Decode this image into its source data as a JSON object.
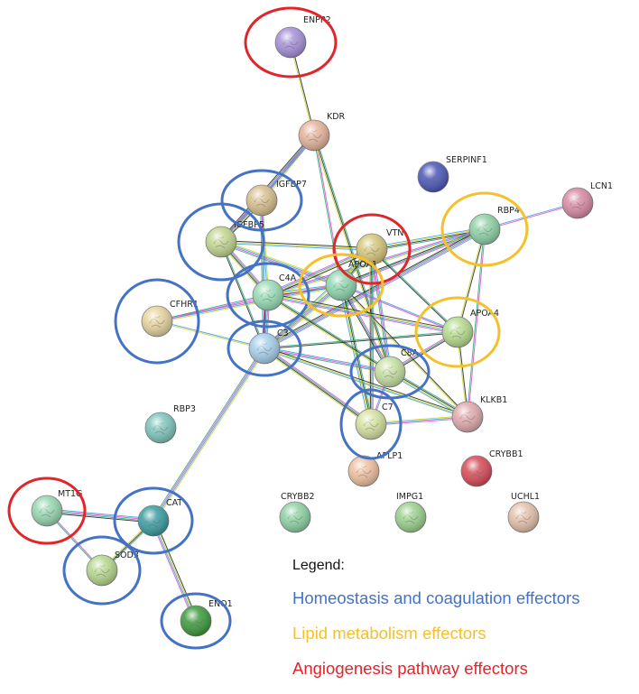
{
  "colors": {
    "homeostasis": "#4472c4",
    "lipid": "#f5c02a",
    "angiogenesis": "#e0262a"
  },
  "nodes": [
    {
      "id": "ENPP2",
      "label": "ENPP2",
      "color": "#a590d8",
      "group": "angiogenesis"
    },
    {
      "id": "KDR",
      "label": "KDR",
      "color": "#e6b49c",
      "group": ""
    },
    {
      "id": "SERPINF1",
      "label": "SERPINF1",
      "color": "#4a56b8",
      "group": ""
    },
    {
      "id": "LCN1",
      "label": "LCN1",
      "color": "#d88aa4",
      "group": ""
    },
    {
      "id": "IGFBP7",
      "label": "IGFBP7",
      "color": "#d8c08e",
      "group": "homeostasis"
    },
    {
      "id": "IGFBP5",
      "label": "IGFBP5",
      "color": "#c2d690",
      "group": "homeostasis"
    },
    {
      "id": "RBP4",
      "label": "RBP4",
      "color": "#8ed2a6",
      "group": "lipid"
    },
    {
      "id": "VTN",
      "label": "VTN",
      "color": "#d6c67a",
      "group": "angiogenesis"
    },
    {
      "id": "APOA1",
      "label": "APOA1",
      "color": "#8ed8b0",
      "group": "lipid"
    },
    {
      "id": "C4A",
      "label": "C4A",
      "color": "#98dcb6",
      "group": "homeostasis"
    },
    {
      "id": "CFHR1",
      "label": "CFHR1",
      "color": "#e6d49e",
      "group": "homeostasis"
    },
    {
      "id": "APOA4",
      "label": "APOA4",
      "color": "#b6dc8e",
      "group": "lipid"
    },
    {
      "id": "C3",
      "label": "C3",
      "color": "#a6d0ec",
      "group": "homeostasis"
    },
    {
      "id": "C8A",
      "label": "C8A",
      "color": "#c6e0a2",
      "group": "homeostasis"
    },
    {
      "id": "RBP3",
      "label": "RBP3",
      "color": "#7ec6bc",
      "group": ""
    },
    {
      "id": "KLKB1",
      "label": "KLKB1",
      "color": "#e2aaae",
      "group": ""
    },
    {
      "id": "C7",
      "label": "C7",
      "color": "#d6e2a0",
      "group": "homeostasis"
    },
    {
      "id": "APLP1",
      "label": "APLP1",
      "color": "#f0c0a0",
      "group": ""
    },
    {
      "id": "CRYBB1",
      "label": "CRYBB1",
      "color": "#d84a56",
      "group": ""
    },
    {
      "id": "MT1G",
      "label": "MT1G",
      "color": "#96d8b0",
      "group": "angiogenesis"
    },
    {
      "id": "CAT",
      "label": "CAT",
      "color": "#3a9ca0",
      "group": "homeostasis"
    },
    {
      "id": "CRYBB2",
      "label": "CRYBB2",
      "color": "#8ed2a4",
      "group": ""
    },
    {
      "id": "IMPG1",
      "label": "IMPG1",
      "color": "#9ad28c",
      "group": ""
    },
    {
      "id": "UCHL1",
      "label": "UCHL1",
      "color": "#e4c2aa",
      "group": ""
    },
    {
      "id": "SOD3",
      "label": "SOD3",
      "color": "#b6d88e",
      "group": "homeostasis"
    },
    {
      "id": "ENO1",
      "label": "ENO1",
      "color": "#3c9a3c",
      "group": "homeostasis"
    }
  ],
  "edges": [
    {
      "source": "ENPP2",
      "target": "KDR"
    },
    {
      "source": "KDR",
      "target": "IGFBP7"
    },
    {
      "source": "KDR",
      "target": "IGFBP5"
    },
    {
      "source": "KDR",
      "target": "APOA1"
    },
    {
      "source": "KDR",
      "target": "C8A"
    },
    {
      "source": "IGFBP7",
      "target": "IGFBP5"
    },
    {
      "source": "IGFBP7",
      "target": "C4A"
    },
    {
      "source": "IGFBP7",
      "target": "C3"
    },
    {
      "source": "IGFBP5",
      "target": "C4A"
    },
    {
      "source": "IGFBP5",
      "target": "C3"
    },
    {
      "source": "IGFBP5",
      "target": "VTN"
    },
    {
      "source": "IGFBP5",
      "target": "APOA1"
    },
    {
      "source": "RBP4",
      "target": "LCN1"
    },
    {
      "source": "RBP4",
      "target": "APOA1"
    },
    {
      "source": "RBP4",
      "target": "VTN"
    },
    {
      "source": "RBP4",
      "target": "APOA4"
    },
    {
      "source": "RBP4",
      "target": "C4A"
    },
    {
      "source": "RBP4",
      "target": "C3"
    },
    {
      "source": "RBP4",
      "target": "KLKB1"
    },
    {
      "source": "VTN",
      "target": "APOA1"
    },
    {
      "source": "VTN",
      "target": "C4A"
    },
    {
      "source": "VTN",
      "target": "C3"
    },
    {
      "source": "VTN",
      "target": "C8A"
    },
    {
      "source": "VTN",
      "target": "C7"
    },
    {
      "source": "VTN",
      "target": "APOA4"
    },
    {
      "source": "APOA1",
      "target": "C4A"
    },
    {
      "source": "APOA1",
      "target": "C3"
    },
    {
      "source": "APOA1",
      "target": "APOA4"
    },
    {
      "source": "APOA1",
      "target": "C8A"
    },
    {
      "source": "APOA1",
      "target": "C7"
    },
    {
      "source": "APOA1",
      "target": "KLKB1"
    },
    {
      "source": "APOA1",
      "target": "CFHR1"
    },
    {
      "source": "C4A",
      "target": "C3"
    },
    {
      "source": "C4A",
      "target": "CFHR1"
    },
    {
      "source": "C4A",
      "target": "C8A"
    },
    {
      "source": "C4A",
      "target": "APOA4"
    },
    {
      "source": "C3",
      "target": "CFHR1"
    },
    {
      "source": "C3",
      "target": "C8A"
    },
    {
      "source": "C3",
      "target": "C7"
    },
    {
      "source": "C3",
      "target": "APOA4"
    },
    {
      "source": "C3",
      "target": "KLKB1"
    },
    {
      "source": "C3",
      "target": "CAT"
    },
    {
      "source": "C8A",
      "target": "C7"
    },
    {
      "source": "C8A",
      "target": "APOA4"
    },
    {
      "source": "C8A",
      "target": "KLKB1"
    },
    {
      "source": "APOA4",
      "target": "KLKB1"
    },
    {
      "source": "C7",
      "target": "KLKB1"
    },
    {
      "source": "MT1G",
      "target": "CAT"
    },
    {
      "source": "MT1G",
      "target": "SOD3"
    },
    {
      "source": "CAT",
      "target": "SOD3"
    },
    {
      "source": "CAT",
      "target": "ENO1"
    }
  ],
  "legend": {
    "title": "Legend:",
    "items": [
      {
        "key": "homeostasis",
        "label": "Homeostasis and coagulation effectors",
        "color": "#4472c4"
      },
      {
        "key": "lipid",
        "label": "Lipid metabolism effectors",
        "color": "#f5c02a"
      },
      {
        "key": "angiogenesis",
        "label": "Angiogenesis pathway effectors",
        "color": "#e0262a"
      }
    ]
  }
}
